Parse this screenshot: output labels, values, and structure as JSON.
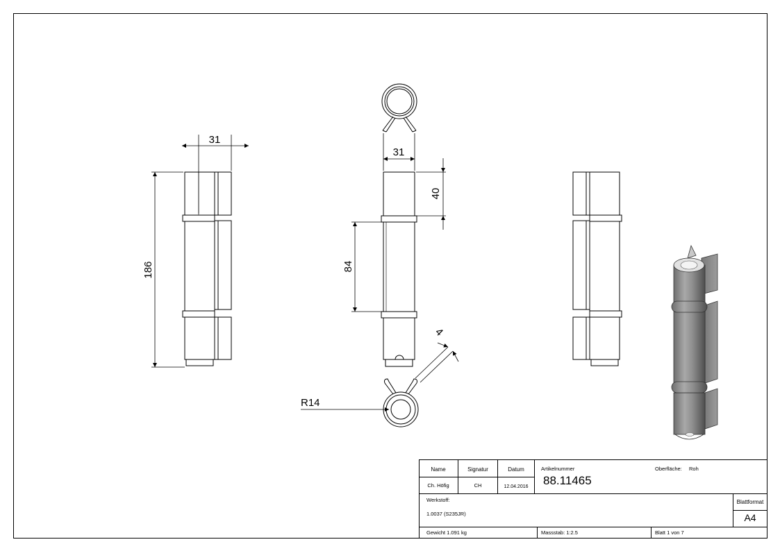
{
  "dimensions": {
    "width_left": "31",
    "width_front": "31",
    "top_height": "40",
    "height_overall": "186",
    "height_middle": "84",
    "radius": "R14",
    "thickness": "4"
  },
  "title_block": {
    "col_name": "Name",
    "col_signatur": "Signatur",
    "col_datum": "Datum",
    "name_value": "Ch. Höfig",
    "signatur_value": "CH",
    "datum_value": "12.04.2016",
    "artikel_label": "Artikelnummer",
    "artikel_value": "88.11465",
    "oberflaeche_label": "Oberfläche:",
    "oberflaeche_value": "Roh",
    "werkstoff_label": "Werkstoff:",
    "werkstoff_value": "1.0037 (S235JR)",
    "blattformat_label": "Blattformat",
    "blattformat_value": "A4",
    "gewicht": "Gewicht 1.091 kg",
    "massstab": "Massstab: 1:2.5",
    "blatt": "Blatt 1 von 7"
  }
}
